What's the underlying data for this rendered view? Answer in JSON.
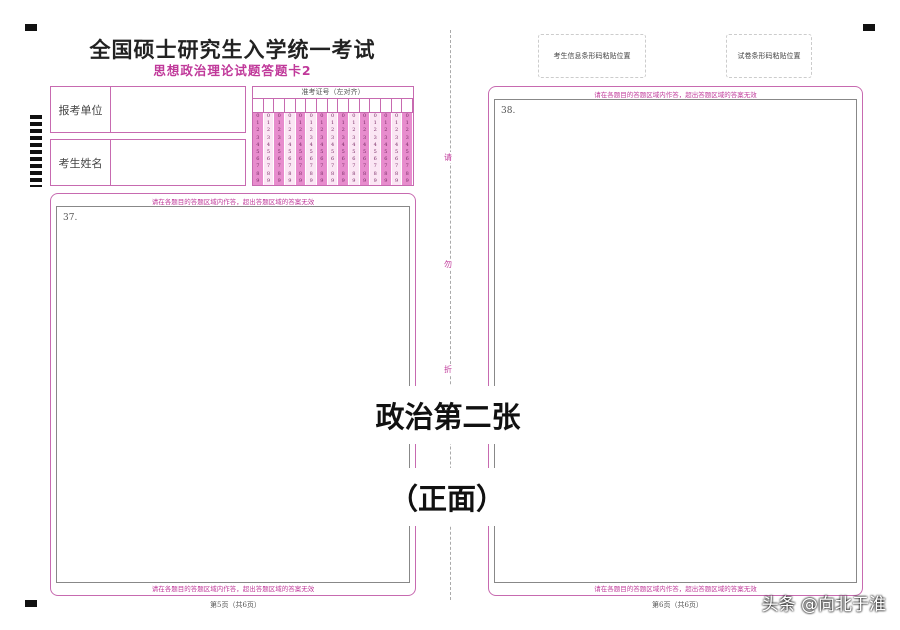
{
  "header": {
    "title": "全国硕士研究生入学统一考试",
    "subtitle": "思想政治理论试题答题卡2"
  },
  "form": {
    "unit_label": "报考单位",
    "name_label": "考生姓名",
    "id_label": "准考证号（左对齐）",
    "digits": [
      "0",
      "1",
      "2",
      "3",
      "4",
      "5",
      "6",
      "7",
      "8",
      "9"
    ]
  },
  "barcodes": {
    "student": "考生信息条形码粘贴位置",
    "paper": "试卷条形码粘贴位置"
  },
  "answer_note": "请在各题目的答题区域内作答，超出答题区域的答案无效",
  "questions": {
    "left": "37.",
    "right": "38."
  },
  "fold": [
    "请",
    "勿",
    "折"
  ],
  "overlay": {
    "line1": "政治第二张",
    "line2": "（正面）"
  },
  "pages": {
    "left": "第5页（共6页）",
    "right": "第6页（共6页）"
  },
  "watermark": "头条 @向北于淮",
  "colors": {
    "accent": "#c0399a"
  }
}
